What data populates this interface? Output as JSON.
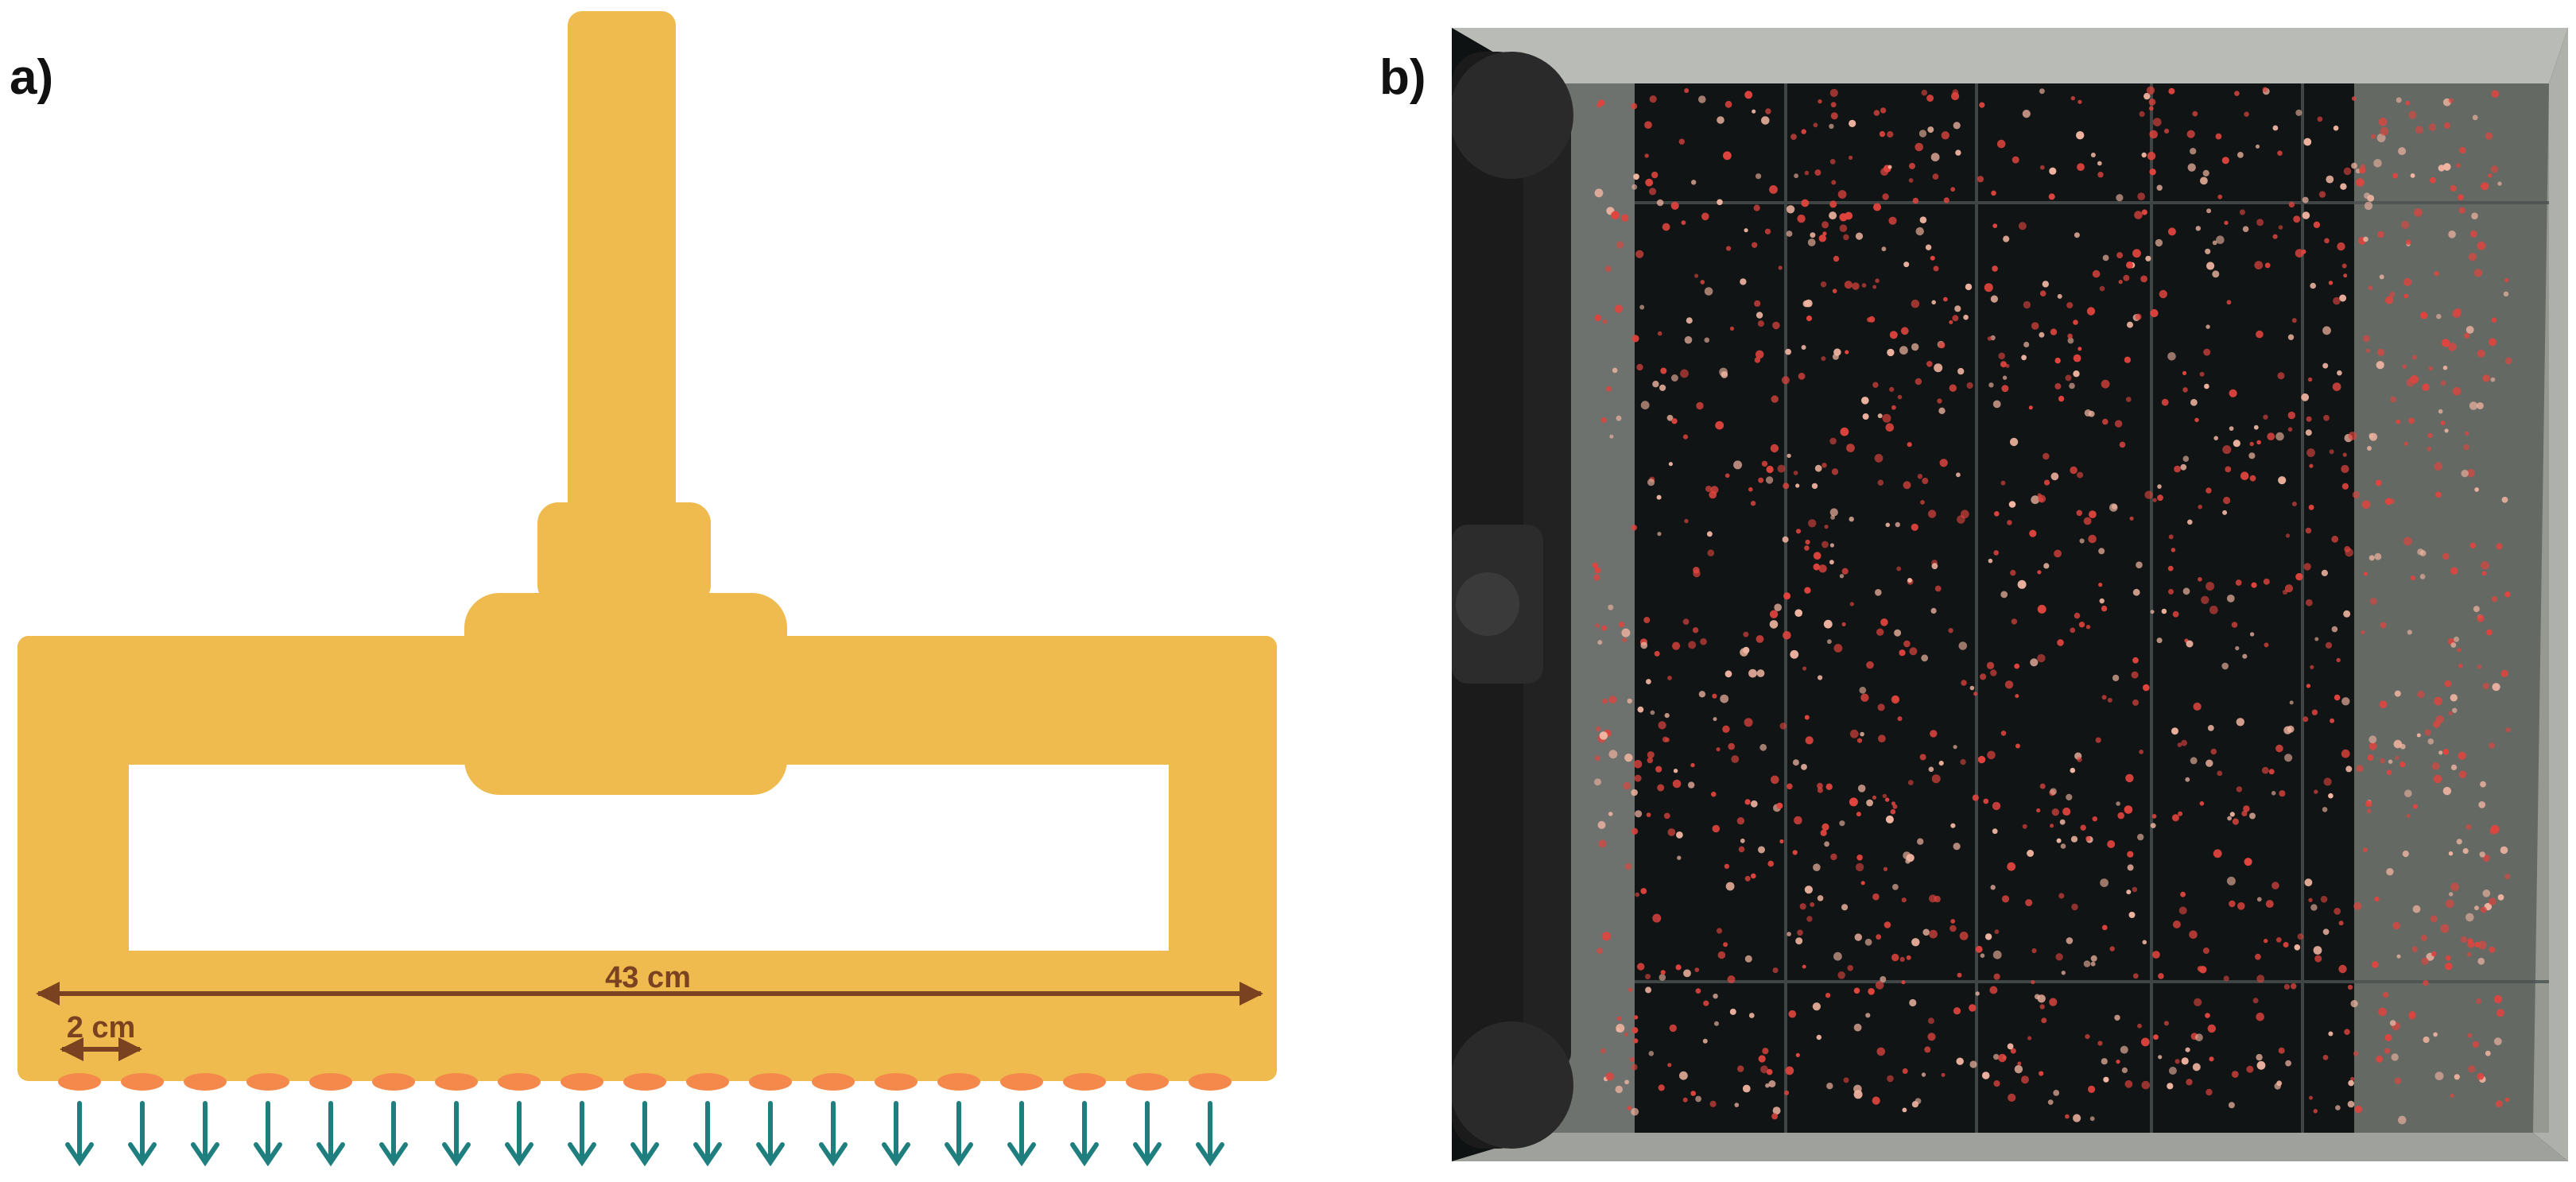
{
  "panels": {
    "a": {
      "label": "a)"
    },
    "b": {
      "label": "b)"
    }
  },
  "diagram": {
    "width_label": "43 cm",
    "spacing_label": "2 cm",
    "nozzle_count": 19,
    "colors": {
      "pipe": "#efba4e",
      "dimension": "#7a4220",
      "nozzle": "#f5894c",
      "arrow": "#1f7f7f"
    }
  },
  "photo": {
    "colors": {
      "water": "#101414",
      "frame": "#d9dbd6",
      "pipe": "#1a1a1a",
      "particle_red": "#e0443e",
      "particle_light": "#f0b4a0"
    }
  }
}
